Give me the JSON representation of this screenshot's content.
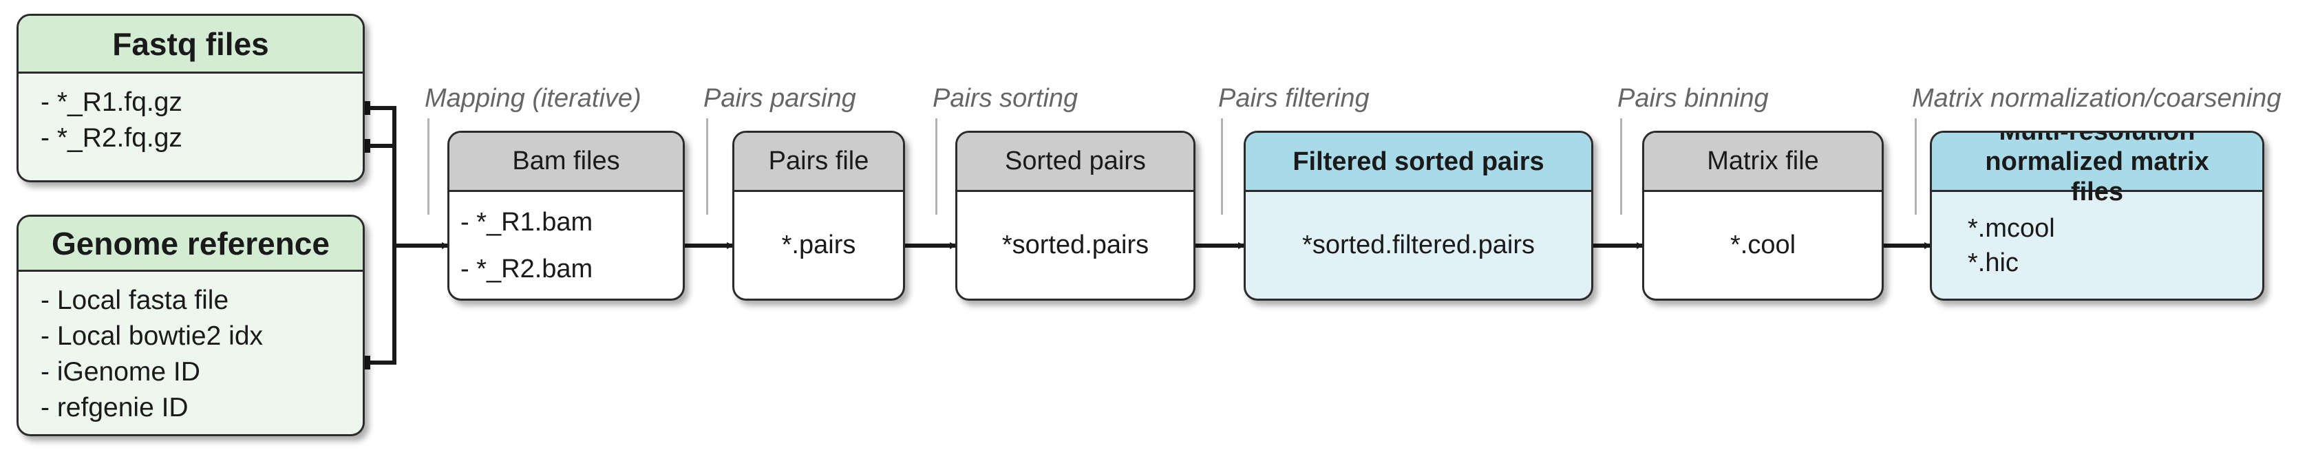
{
  "inputs": {
    "fastq": {
      "title": "Fastq files",
      "items": [
        "- *_R1.fq.gz",
        "- *_R2.fq.gz"
      ]
    },
    "genome": {
      "title": "Genome reference",
      "items": [
        "- Local fasta file",
        "- Local bowtie2 idx",
        "- iGenome ID",
        "- refgenie ID"
      ]
    }
  },
  "steps": [
    {
      "label": "Mapping (iterative)",
      "box_title": "Bam files",
      "items": [
        "- *_R1.bam",
        "- *_R2.bam"
      ]
    },
    {
      "label": "Pairs parsing",
      "box_title": "Pairs file",
      "items": [
        "*.pairs"
      ]
    },
    {
      "label": "Pairs sorting",
      "box_title": "Sorted pairs",
      "items": [
        "*sorted.pairs"
      ]
    },
    {
      "label": "Pairs filtering",
      "box_title": "Filtered sorted pairs",
      "items": [
        "*sorted.filtered.pairs"
      ]
    },
    {
      "label": "Pairs binning",
      "box_title": "Matrix file",
      "items": [
        "*.cool"
      ]
    },
    {
      "label": "Matrix normalization/coarsening",
      "box_title": "Multi-resolution normalized matrix files",
      "items": [
        "*.mcool",
        "*.hic"
      ]
    }
  ],
  "colors": {
    "input_header": "#d3ecd3",
    "input_body": "#eef7ee",
    "step_header": "#cccccc",
    "step_body": "#ffffff",
    "highlight_header": "#a9dae7",
    "highlight_body": "#e1f1f6",
    "arrow": "#1a1a1a",
    "step_label": "#666666"
  }
}
